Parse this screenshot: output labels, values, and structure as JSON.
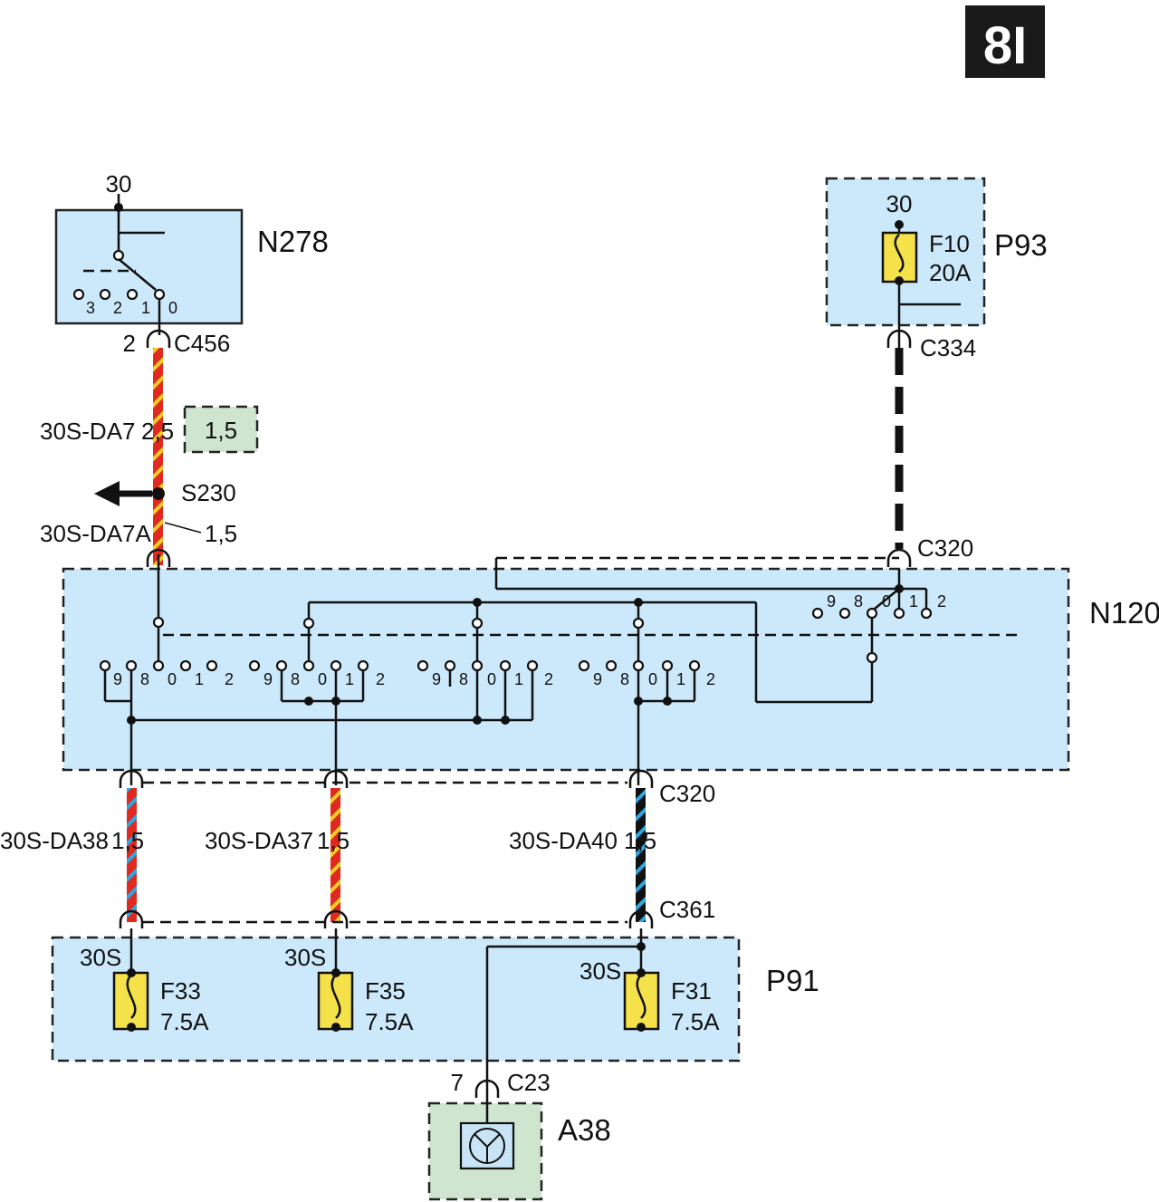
{
  "page_tag": "8I",
  "colors": {
    "module_fill": "#cce9fb",
    "ground_fill": "#cfe5cf",
    "fuse_fill": "#f5e14a",
    "tag_bg": "#1a1a1a",
    "wire_red": "#e0291f",
    "wire_yellow": "#f4d11d",
    "wire_blue": "#2fa6e0",
    "wire_black": "#111111"
  },
  "components": {
    "n278": {
      "id": "N278",
      "terminal": "30",
      "positions": [
        "3",
        "2",
        "1",
        "0"
      ]
    },
    "p93": {
      "id": "P93",
      "terminal": "30",
      "fuse": "F10",
      "rating": "20A"
    },
    "n120": {
      "id": "N120",
      "positions": [
        "9",
        "8",
        "0",
        "1",
        "2"
      ]
    },
    "p91": {
      "id": "P91",
      "fuses": [
        {
          "name": "F33",
          "rating": "7.5A",
          "terminal": "30S"
        },
        {
          "name": "F35",
          "rating": "7.5A",
          "terminal": "30S"
        },
        {
          "name": "F31",
          "rating": "7.5A",
          "terminal": "30S"
        }
      ]
    },
    "a38": {
      "id": "A38"
    }
  },
  "connectors": {
    "c456": {
      "id": "C456",
      "pin": "2"
    },
    "c334": {
      "id": "C334"
    },
    "c320_top": {
      "id": "C320"
    },
    "c320_bottom": {
      "id": "C320"
    },
    "c361": {
      "id": "C361"
    },
    "c23": {
      "id": "C23",
      "pin": "7"
    }
  },
  "splice": {
    "id": "S230"
  },
  "wires": {
    "da7": {
      "name": "30S-DA7",
      "size": "2,5",
      "alt_size": "1,5"
    },
    "da7a": {
      "name": "30S-DA7A",
      "size": "1,5"
    },
    "da38": {
      "name": "30S-DA38",
      "size": "1,5"
    },
    "da37": {
      "name": "30S-DA37",
      "size": "1,5"
    },
    "da40": {
      "name": "30S-DA40",
      "size": "1,5"
    }
  }
}
